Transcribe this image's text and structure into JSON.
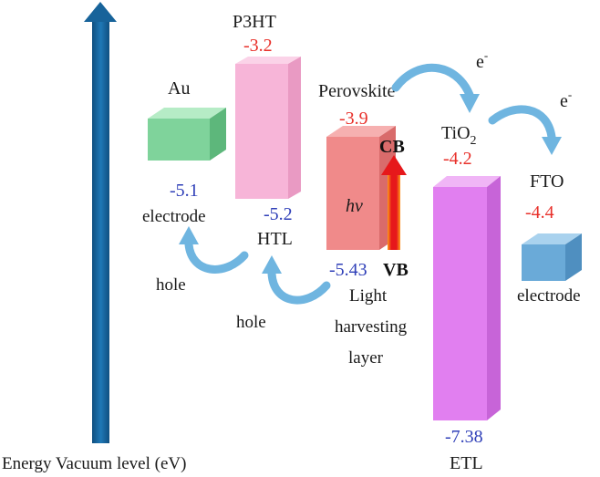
{
  "axis": {
    "label": "Energy Vacuum level (eV)"
  },
  "electrode_left": {
    "name": "Au",
    "level": "-5.1",
    "role": "electrode"
  },
  "htl": {
    "name": "P3HT",
    "top": "-3.2",
    "bottom": "-5.2",
    "role": "HTL"
  },
  "perovskite": {
    "name": "Perovskite",
    "cb_level": "-3.9",
    "vb_level": "-5.43",
    "cb_label": "CB",
    "vb_label": "VB",
    "photon": "hν",
    "role_lines": [
      "Light",
      "harvesting",
      "layer"
    ]
  },
  "etl": {
    "name": "TiO",
    "sub": "2",
    "top": "-4.2",
    "bottom": "-7.38",
    "role": "ETL"
  },
  "electrode_right": {
    "name": "FTO",
    "level": "-4.4",
    "role": "electrode"
  },
  "carriers": {
    "electron": "e",
    "electron_sup": "-",
    "hole": "hole"
  },
  "colors": {
    "axis_arrow": "#17639a",
    "au_block": "#7fd39b",
    "htl_block": "#f7b5d8",
    "perovskite_block": "#f08a8a",
    "etl_block": "#e17ff0",
    "fto_block": "#6aaad8",
    "curved_arrow": "#6fb5e0",
    "light_arrow": "#e81f1f"
  }
}
